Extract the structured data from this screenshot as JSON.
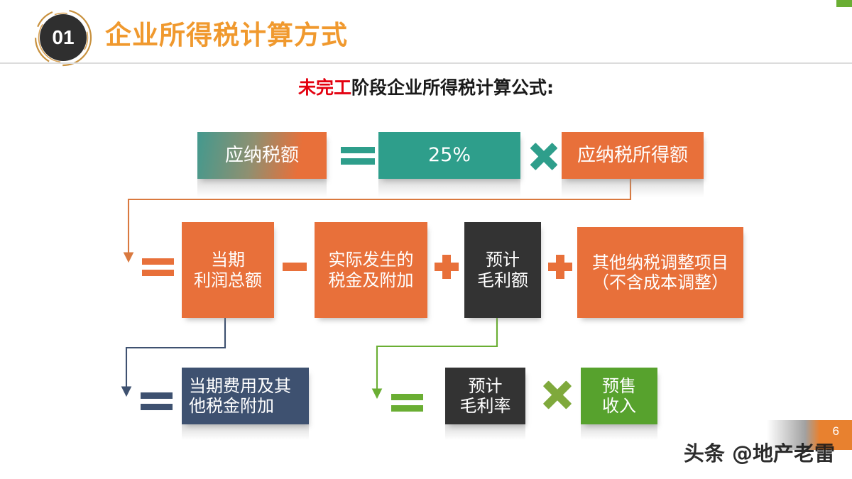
{
  "header": {
    "badge_number": "01",
    "title": "企业所得税计算方式",
    "badge_icon": "numbered-circle-badge"
  },
  "subtitle": {
    "highlight": "未完工",
    "rest": "阶段企业所得税计算公式:",
    "highlight_color": "#E3000F",
    "text_color": "#1a1a1a"
  },
  "colors": {
    "orange": "#E8703A",
    "teal": "#2E9E8B",
    "dark": "#333333",
    "slate": "#3E5170",
    "green": "#57A22D",
    "olive": "#7FA93C",
    "accent_title": "#F0992E"
  },
  "formula": {
    "row1": {
      "result_box": "应纳税额",
      "equals": "=",
      "rate_box": "25%",
      "times": "×",
      "base_box": "应纳税所得额"
    },
    "row2": {
      "equals": "=",
      "term1": "当期\n利润总额",
      "minus": "−",
      "term2": "实际发生的\n税金及附加",
      "plus1": "+",
      "term3": "预计\n毛利额",
      "plus2": "+",
      "term4": "其他纳税调整项目\n（不含成本调整）"
    },
    "row3_left": {
      "equals": "=",
      "term": "当期费用及其\n他税金附加"
    },
    "row3_right": {
      "equals": "=",
      "term1": "预计\n毛利率",
      "times": "×",
      "term2": "预售\n收入"
    }
  },
  "footer": {
    "page_number": "6",
    "watermark": "头条 @地产老雷"
  }
}
